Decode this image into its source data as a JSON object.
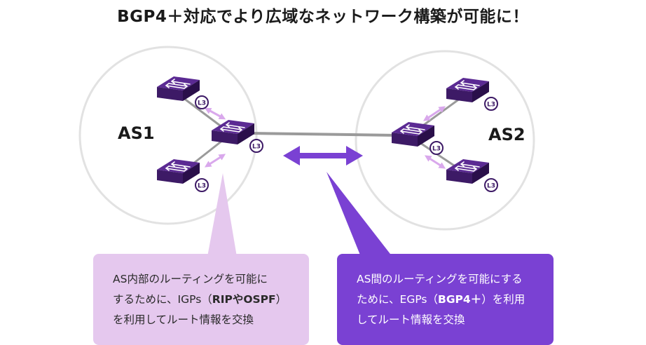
{
  "title": "BGP4＋対応でより広域なネットワーク構築が可能に！",
  "as_left": "AS1",
  "as_right": "AS2",
  "router_badge": "L3",
  "callout_left": {
    "line1": "AS内部のルーティングを可能に",
    "line2_a": "するために、IGPs（",
    "line2_bold": "RIPやOSPF",
    "line2_b": "）",
    "line3": "を利用してルート情報を交換"
  },
  "callout_right": {
    "line1": "AS間のルーティングを可能にする",
    "line2_a": "ために、EGPs（",
    "line2_bold": "BGP4＋",
    "line2_b": "）を利用",
    "line3": "してルート情報を交換"
  },
  "colors": {
    "circle": "#e2e2e2",
    "router": "#3d1a66",
    "link": "#9a9a9a",
    "light_purple": "#d9a8ec",
    "dark_purple": "#7a41d3"
  }
}
